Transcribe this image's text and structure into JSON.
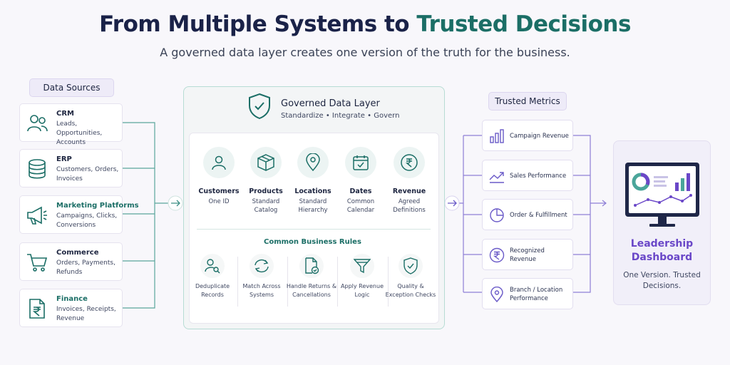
{
  "header": {
    "title_part1": "From Multiple Systems to ",
    "title_part2": "Trusted Decisions",
    "subtitle": "A governed data layer creates one version of the truth for the business."
  },
  "sources": {
    "label": "Data Sources",
    "items": [
      {
        "name": "CRM",
        "desc": "Leads, Opportunities, Accounts",
        "icon": "users-icon"
      },
      {
        "name": "ERP",
        "desc": "Customers, Orders, Invoices",
        "icon": "database-icon"
      },
      {
        "name": "Marketing Platforms",
        "desc": "Campaigns, Clicks, Conversions",
        "icon": "megaphone-icon"
      },
      {
        "name": "Commerce",
        "desc": "Orders, Payments, Refunds",
        "icon": "cart-icon"
      },
      {
        "name": "Finance",
        "desc": "Invoices, Receipts, Revenue",
        "icon": "rupee-document-icon"
      }
    ]
  },
  "governed": {
    "title": "Governed Data Layer",
    "subtitle": "Standardize • Integrate • Govern",
    "entities": [
      {
        "name": "Customers",
        "desc": "One ID",
        "icon": "person-icon"
      },
      {
        "name": "Products",
        "desc": "Standard Catalog",
        "icon": "box-icon"
      },
      {
        "name": "Locations",
        "desc": "Standard Hierarchy",
        "icon": "location-pin-icon"
      },
      {
        "name": "Dates",
        "desc": "Common Calendar",
        "icon": "calendar-icon"
      },
      {
        "name": "Revenue",
        "desc": "Agreed Definitions",
        "icon": "rupee-icon"
      }
    ],
    "rules_title": "Common Business Rules",
    "rules": [
      {
        "desc": "Deduplicate Records",
        "icon": "user-search-icon"
      },
      {
        "desc": "Match Across Systems",
        "icon": "sync-icon"
      },
      {
        "desc": "Handle Returns & Cancellations",
        "icon": "document-check-icon"
      },
      {
        "desc": "Apply Revenue Logic",
        "icon": "filter-icon"
      },
      {
        "desc": "Quality & Exception Checks",
        "icon": "shield-check-icon"
      }
    ]
  },
  "metrics": {
    "label": "Trusted Metrics",
    "items": [
      {
        "label": "Campaign Revenue",
        "icon": "bar-chart-icon"
      },
      {
        "label": "Sales Performance",
        "icon": "trend-line-icon"
      },
      {
        "label": "Order & Fulfillment",
        "icon": "pie-chart-icon"
      },
      {
        "label": "Recognized Revenue",
        "icon": "rupee-icon"
      },
      {
        "label": "Branch / Location Performance",
        "icon": "location-pin-icon"
      }
    ]
  },
  "dashboard": {
    "title": "Leadership Dashboard",
    "subtitle": "One Version. Trusted Decisions."
  },
  "colors": {
    "teal": "#1b6e66",
    "navy": "#1a2248",
    "purple": "#6a47c8",
    "connector": "#8e7fd6"
  }
}
